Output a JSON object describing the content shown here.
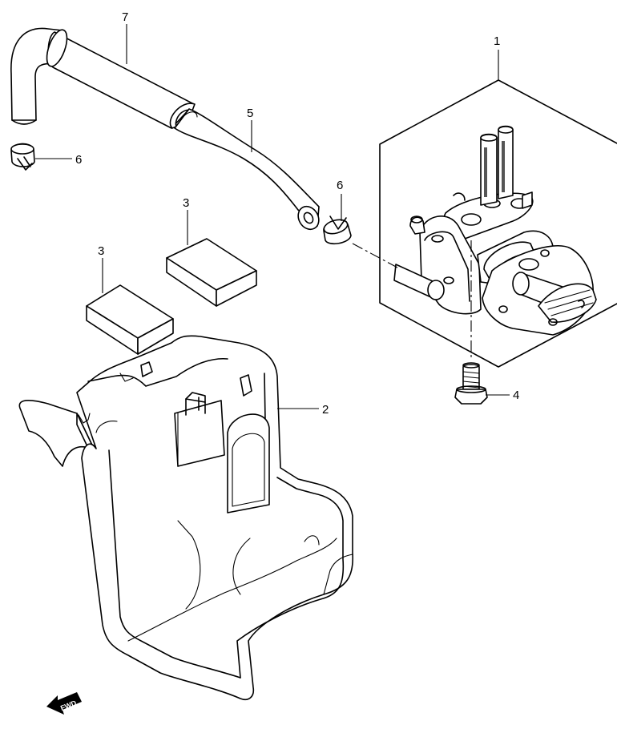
{
  "callouts": [
    {
      "id": "c1",
      "label": "1"
    },
    {
      "id": "c2",
      "label": "2"
    },
    {
      "id": "c3a",
      "label": "3"
    },
    {
      "id": "c3b",
      "label": "3"
    },
    {
      "id": "c4",
      "label": "4"
    },
    {
      "id": "c5",
      "label": "5"
    },
    {
      "id": "c6a",
      "label": "6"
    },
    {
      "id": "c6b",
      "label": "6"
    },
    {
      "id": "c7",
      "label": "7"
    }
  ],
  "direction_marker": {
    "label": "FWD",
    "icon": "fwd-arrow-icon"
  }
}
